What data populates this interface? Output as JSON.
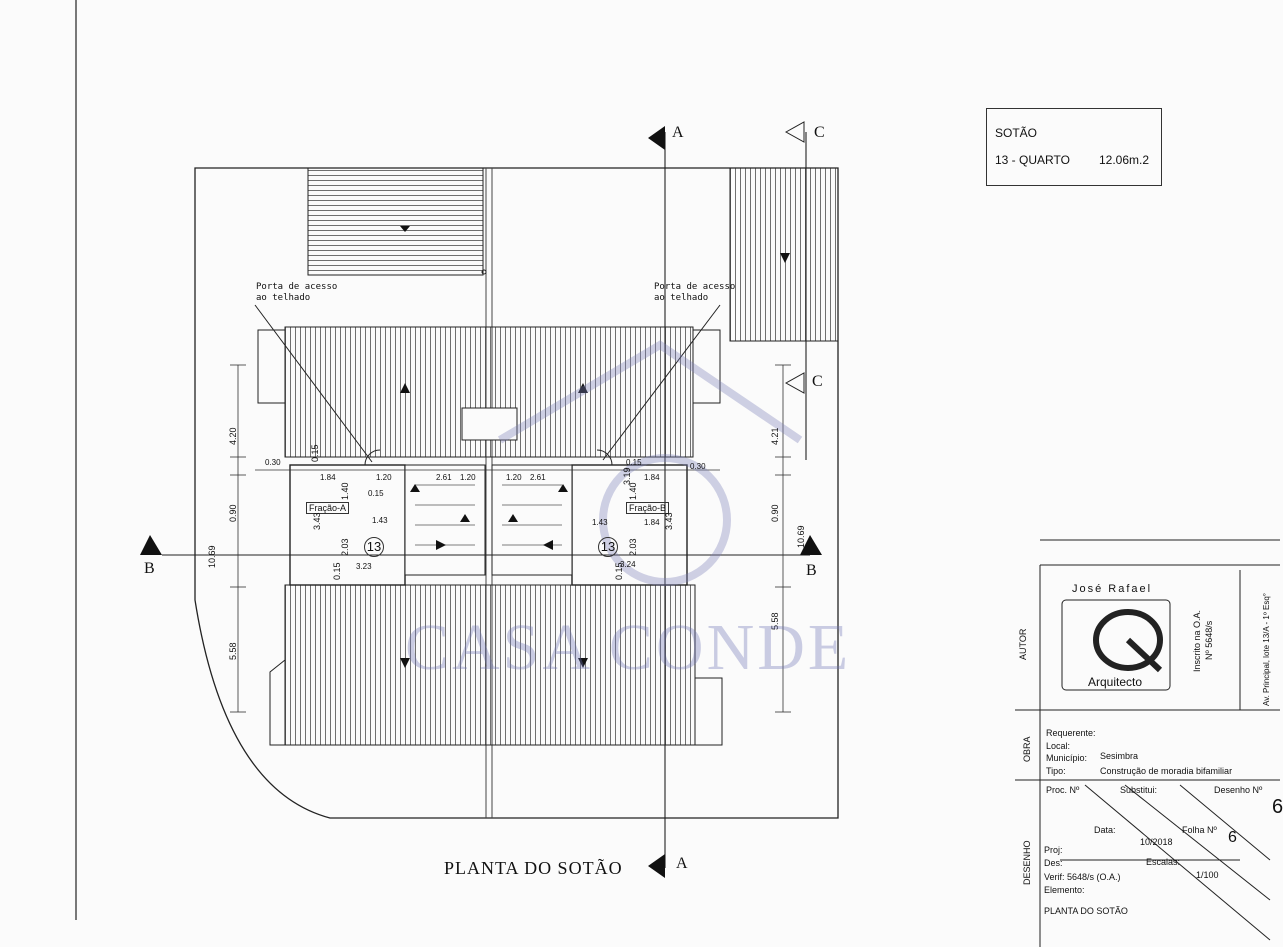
{
  "legend": {
    "floor": "SOTÃO",
    "room": "13 - QUARTO",
    "area": "12.06m.2"
  },
  "plan": {
    "title": "PLANTA DO SOTÃO",
    "section_a": "A",
    "section_b": "B",
    "section_c": "C",
    "roof_access_note_1": "Porta de acesso",
    "roof_access_note_2": "ao telhado",
    "fraction_a": "Fração-A",
    "fraction_b": "Fração-B",
    "room_number": "13",
    "dims": {
      "d420": "4.20",
      "d421": "4.21",
      "d090": "0.90",
      "d1069": "10.69",
      "d558": "5.58",
      "d030": "0.30",
      "d015": "0.15",
      "d184": "1.84",
      "d120": "1.20",
      "d261": "2.61",
      "d140": "1.40",
      "d319": "3.19",
      "d343": "3.43",
      "d143": "1.43",
      "d203": "2.03",
      "d323": "3.23",
      "d324": "3.24"
    }
  },
  "watermark": "CASA CONDE",
  "title_block": {
    "author_label": "AUTOR",
    "architect_name": "José Rafael",
    "architect_role": "Arquitecto",
    "registration_1": "Inscrito na O.A.",
    "registration_2": "Nº 5648/s",
    "address": "Av. Principal, lote 13/A - 1º Esq°",
    "obra_label": "OBRA",
    "requerente": "Requerente:",
    "local": "Local:",
    "municipio_label": "Município:",
    "municipio_value": "Sesimbra",
    "tipo_label": "Tipo:",
    "tipo_value": "Construção de moradia bifamiliar",
    "proc_label": "Proc. Nº",
    "substitui_label": "Substitui:",
    "desenho_no_label": "Desenho Nº",
    "desenho_no_value": "6",
    "data_label": "Data:",
    "data_value": "10/2018",
    "folha_label": "Folha Nº",
    "folha_value": "6",
    "desenho_label": "DESENHO",
    "proj": "Proj:",
    "des": "Des:",
    "escalas_label": "Escalas:",
    "escalas_value": "1/100",
    "verif": "Verif: 5648/s (O.A.)",
    "elemento": "Elemento:",
    "elemento_value": "PLANTA DO SOTÃO"
  }
}
